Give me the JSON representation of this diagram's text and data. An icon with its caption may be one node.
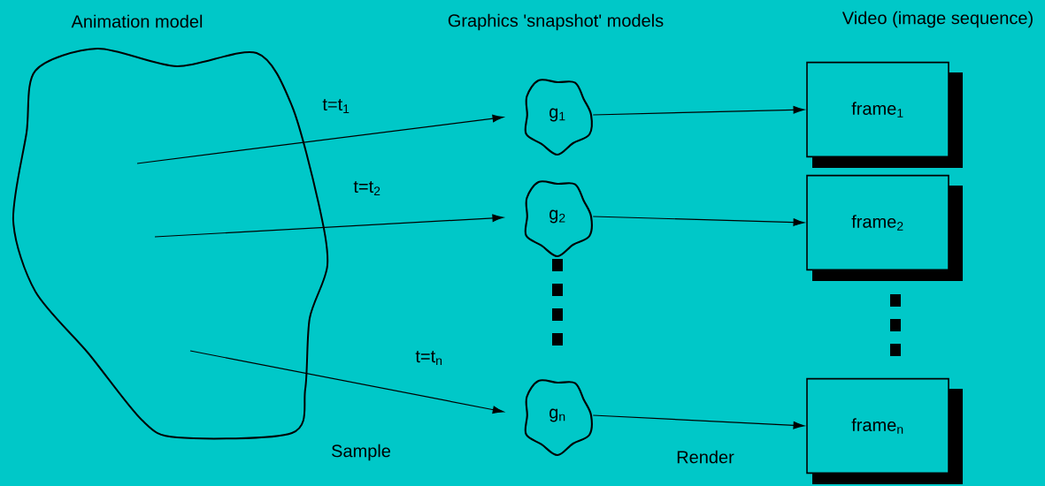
{
  "diagram": {
    "nodes": [
      {
        "text": [
          "Animation model"
        ]
      },
      {
        "text": [
          "g$_{1}$"
        ]
      },
      {
        "text": [
          "g$_{2}$"
        ]
      },
      {
        "text": [
          "g$_{n}$"
        ]
      },
      {
        "text": [
          "frame$_{1}$"
        ]
      },
      {
        "text": [
          "frame$_{2}$"
        ]
      },
      {
        "text": [
          "frame$_{n}$"
        ]
      }
    ],
    "edges": [
      {
        "from": 0,
        "to": 1,
        "arrow": "to",
        "label": "t=t$_{1}$"
      },
      {
        "from": 0,
        "to": 2,
        "arrow": "to",
        "label": "t=t$_{2}$"
      },
      {
        "from": 0,
        "to": 3,
        "arrow": "to",
        "label": "t=t$_{n}$"
      },
      {
        "from": 1,
        "to": 4,
        "arrow": "to"
      },
      {
        "from": 2,
        "to": 5,
        "arrow": "to"
      },
      {
        "from": 3,
        "to": 6,
        "arrow": "to"
      }
    ],
    "labels": [
      "Graphics 'snapshot' models",
      "Video (image sequence)",
      "Sample",
      "Render"
    ]
  }
}
